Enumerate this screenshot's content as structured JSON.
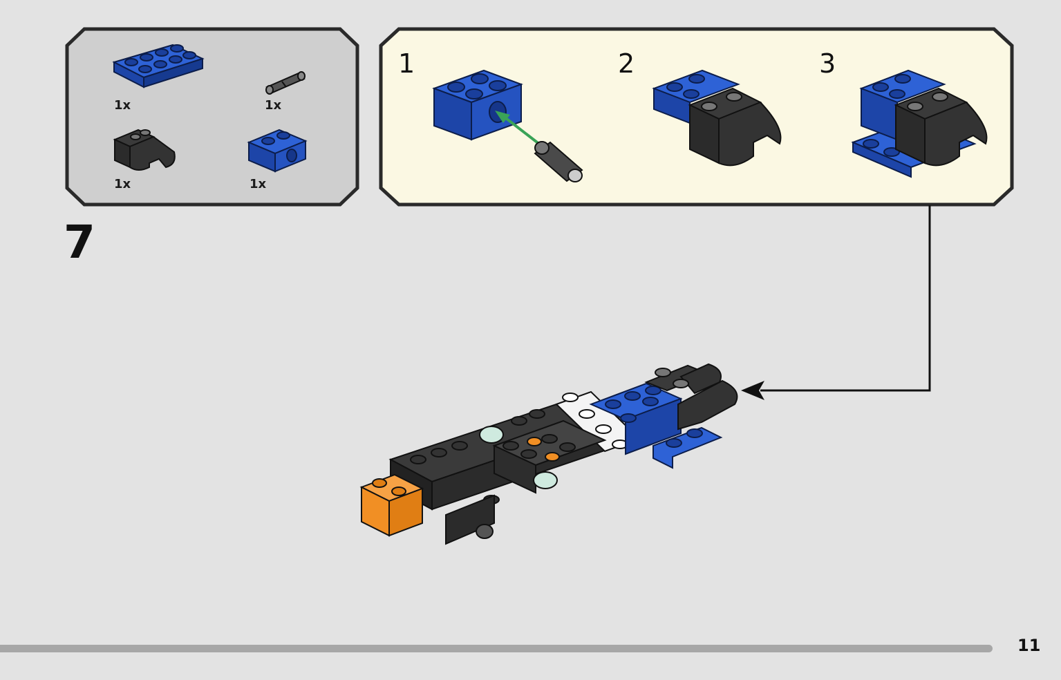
{
  "step": {
    "number": "7"
  },
  "parts_list": [
    {
      "qty": "1x",
      "icon": "blue-plate-2x4-icon"
    },
    {
      "qty": "1x",
      "icon": "technic-pin-icon"
    },
    {
      "qty": "1x",
      "icon": "black-steering-bracket-icon"
    },
    {
      "qty": "1x",
      "icon": "blue-technic-brick-1x2-icon"
    }
  ],
  "substeps": [
    {
      "number": "1"
    },
    {
      "number": "2"
    },
    {
      "number": "3"
    }
  ],
  "page": {
    "number": "11"
  },
  "colors": {
    "background": "#e3e3e3",
    "parts_panel": "#cfcfcf",
    "substep_panel": "#fbf8e3",
    "brick_blue": "#1f52c4",
    "brick_black": "#2d2d2d",
    "brick_orange": "#f18f24",
    "arrow_green": "#3aa357"
  }
}
